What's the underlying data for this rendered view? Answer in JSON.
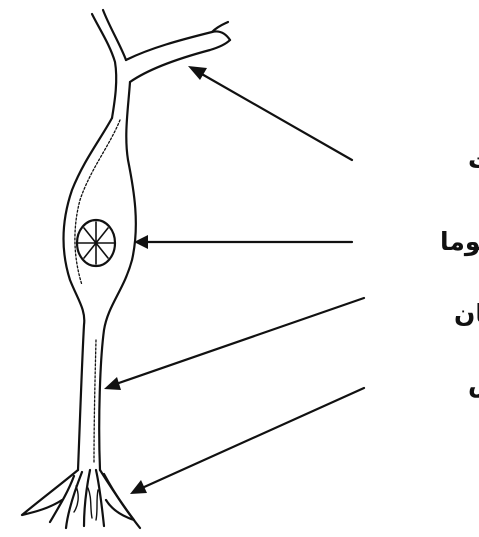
{
  "diagram": {
    "labels": {
      "dendrite": "دندریت",
      "soma": "سوما",
      "axon": "اکسان",
      "synapse": "سیناپس"
    },
    "colors": {
      "ink": "#111111",
      "background": "#ffffff"
    }
  }
}
